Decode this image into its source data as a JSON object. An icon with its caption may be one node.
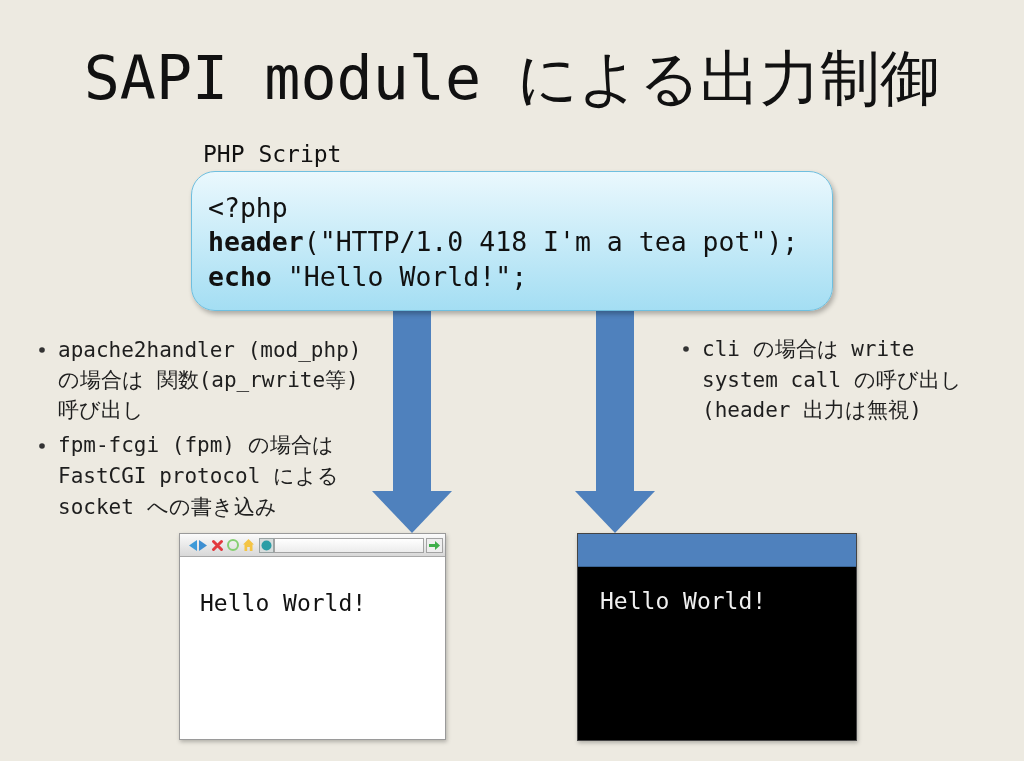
{
  "diagram": {
    "title": "SAPI module による出力制御",
    "nodes": [
      {
        "text": [
          "PHP Script",
          "<?php",
          "**header**(\"HTTP/1.0 418 I'm a tea pot\");",
          "**echo** \"Hello World!\";"
        ]
      },
      {
        "text": [
          "Hello World!"
        ]
      },
      {
        "text": [
          "Hello World!"
        ]
      }
    ],
    "edges": [
      {
        "from": 0,
        "to": 1,
        "arrow": "to"
      },
      {
        "from": 0,
        "to": 2,
        "arrow": "to"
      }
    ],
    "labels": [
      "apache2handler (mod_php) の場合は 関数(ap_rwrite等) 呼び出し",
      "fpm-fcgi (fpm) の場合は FastCGI protocol による socket への書き込み",
      "cli の場合は write system call の呼び出し (header 出力は無視)"
    ]
  }
}
